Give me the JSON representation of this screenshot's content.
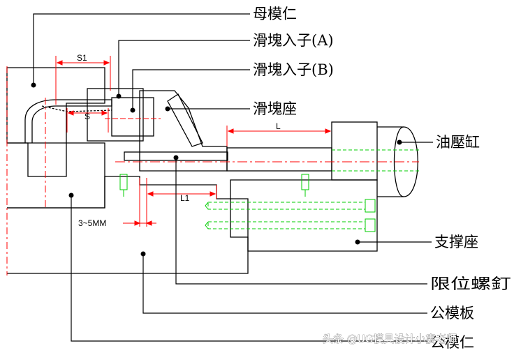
{
  "labels": {
    "mother_core": "母模仁",
    "slide_insert_a": "滑塊入子(A)",
    "slide_insert_b": "滑塊入子(B)",
    "slide_seat": "滑塊座",
    "oil_cylinder": "油壓缸",
    "support_seat": "支撑座",
    "limit_screw": "限位螺釘",
    "male_plate": "公模板",
    "male_core": "公模仁"
  },
  "dimensions": {
    "s1": "S1",
    "s": "S",
    "l": "L",
    "l1": "L1",
    "gap": "3~5MM"
  },
  "watermark": "头条 @UG模具设计小婁老师",
  "colors": {
    "outline": "#000000",
    "centerline": "#ff0000",
    "hidden": "#00cc00"
  }
}
